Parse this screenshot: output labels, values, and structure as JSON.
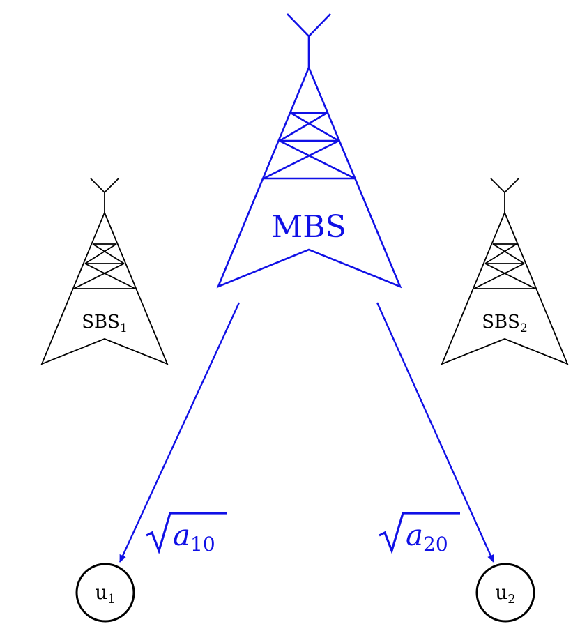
{
  "colors": {
    "mbs": "#1010e6",
    "sbs": "#000000",
    "arrow": "#1010e6",
    "user": "#000000"
  },
  "towers": {
    "mbs": {
      "label": "MBS"
    },
    "sbs1": {
      "label_base": "SBS",
      "label_sub": "1"
    },
    "sbs2": {
      "label_base": "SBS",
      "label_sub": "2"
    }
  },
  "users": {
    "u1": {
      "base": "u",
      "sub": "1"
    },
    "u2": {
      "base": "u",
      "sub": "2"
    }
  },
  "links": {
    "to_u1": {
      "symbol": "a",
      "sub": "10"
    },
    "to_u2": {
      "symbol": "a",
      "sub": "20"
    }
  }
}
